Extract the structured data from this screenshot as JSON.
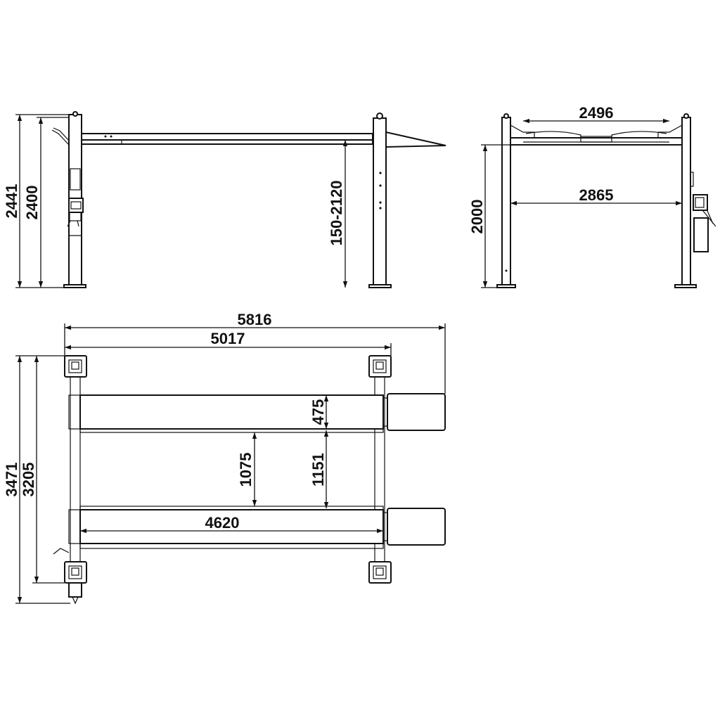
{
  "views": {
    "side": {
      "dims": {
        "overall_height": "2441",
        "column_height": "2400",
        "lift_range": "150-2120"
      }
    },
    "front": {
      "dims": {
        "runway_track_width": "2496",
        "clear_width": "2865",
        "clear_height": "2000"
      }
    },
    "plan": {
      "dims": {
        "overall_length": "5816",
        "column_spacing_length": "5017",
        "runway_width": "475",
        "inner_gap": "1075",
        "runway_spacing": "1151",
        "runway_length": "4620",
        "overall_width": "3471",
        "column_spacing_width": "3205"
      }
    }
  }
}
